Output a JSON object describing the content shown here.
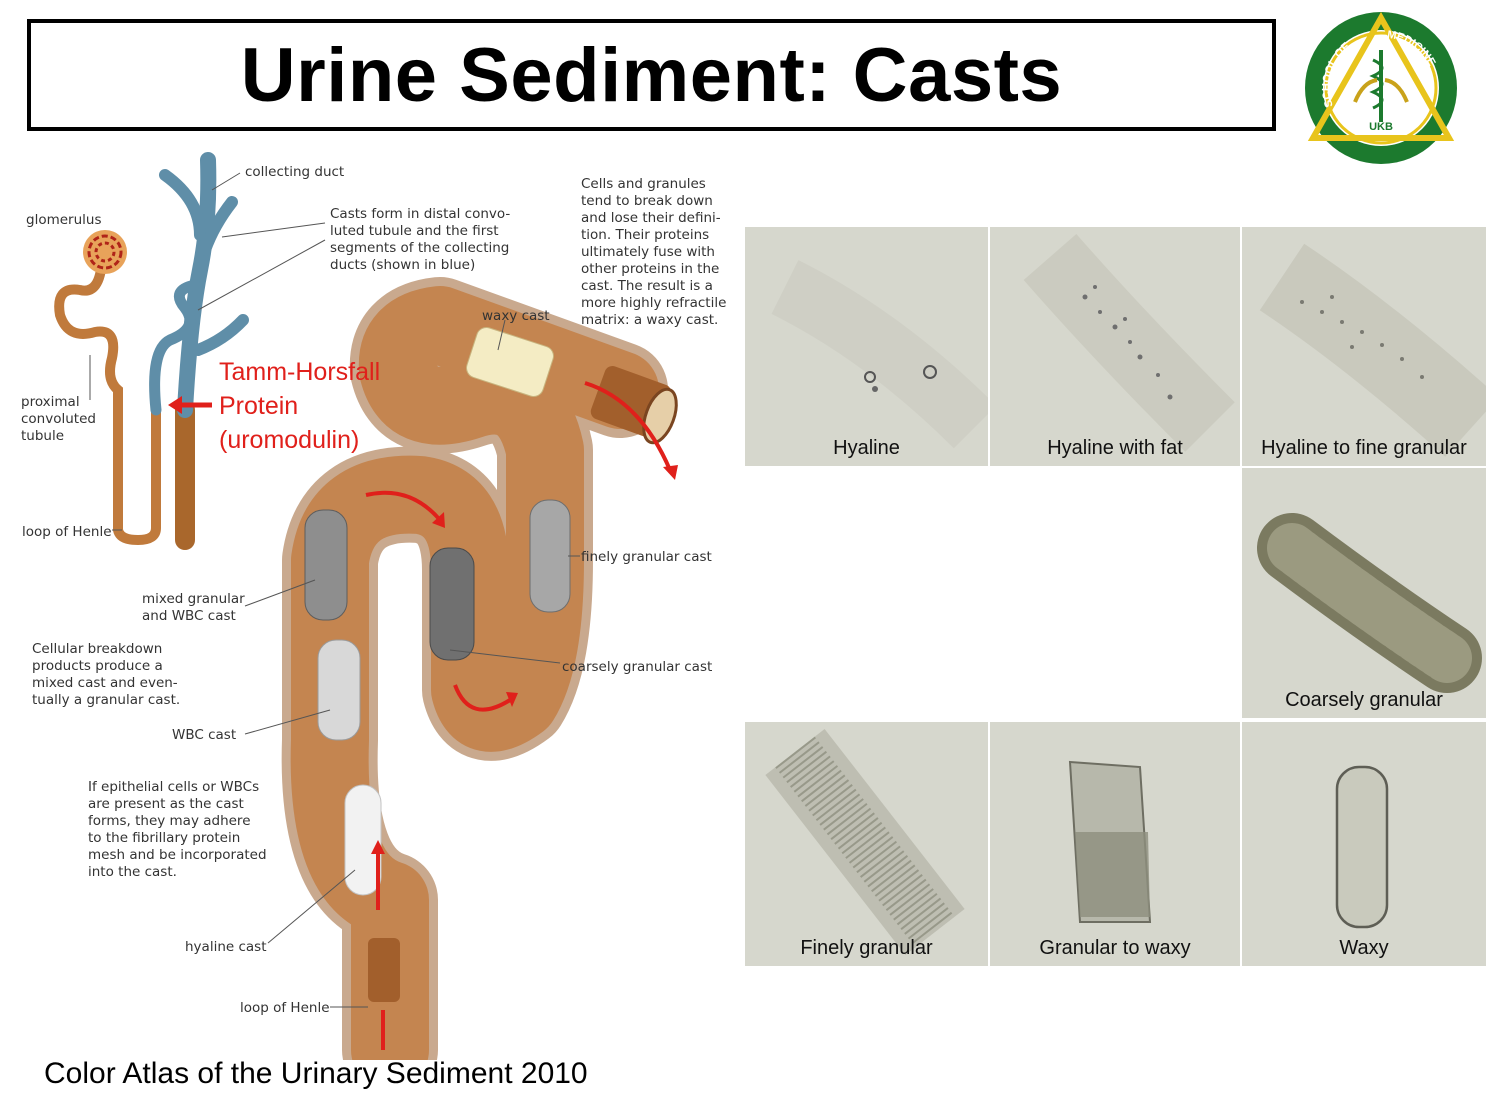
{
  "slide": {
    "title": "Urine Sediment: Casts",
    "citation": "Color Atlas of the Urinary Sediment 2010"
  },
  "logo": {
    "left_arc": "SCHOOL OF",
    "right_arc": "MEDICINE",
    "bottom": "UKB",
    "ring_color": "#1c7a2e",
    "accent_color": "#e8c41c"
  },
  "diagram": {
    "labels": {
      "collecting_duct": "collecting duct",
      "glomerulus": "glomerulus",
      "casts_form": [
        "Casts form in distal convo-",
        "luted tubule and the first",
        "segments of the collecting",
        "ducts (shown in blue)"
      ],
      "cells_granules": [
        "Cells and granules",
        "tend to break down",
        "and lose their defini-",
        "tion. Their proteins",
        "ultimately fuse with",
        "other proteins in the",
        "cast. The result is a",
        "more highly refractile",
        "matrix: a waxy cast."
      ],
      "waxy_cast": "waxy cast",
      "proximal": [
        "proximal",
        "convoluted",
        "tubule"
      ],
      "tamm_horsfall": [
        "Tamm-Horsfall",
        "Protein",
        "(uromodulin)"
      ],
      "loop_of_henle_top": "loop of Henle",
      "finely_granular_cast": "finely granular cast",
      "mixed_granular": [
        "mixed granular",
        "and WBC cast"
      ],
      "cellular_breakdown": [
        "Cellular breakdown",
        "products produce a",
        "mixed cast and even-",
        "tually a granular cast."
      ],
      "coarsely_granular_cast": "coarsely granular cast",
      "wbc_cast": "WBC cast",
      "epithelial": [
        "If epithelial cells or WBCs",
        "are present as the cast",
        "forms, they may adhere",
        "to the fibrillary protein",
        "mesh and be incorporated",
        "into the cast."
      ],
      "hyaline_cast": "hyaline cast",
      "loop_of_henle_bottom": "loop of Henle"
    },
    "colors": {
      "tubule": "#c07a3c",
      "duct": "#5f8ea8",
      "arrow": "#e0201b"
    }
  },
  "micrographs": [
    {
      "caption": "Hyaline",
      "kind": "hyaline"
    },
    {
      "caption": "Hyaline with fat",
      "kind": "hyaline-fat"
    },
    {
      "caption": "Hyaline to fine granular",
      "kind": "hyaline-fine"
    },
    {
      "caption": "Coarsely granular",
      "kind": "coarse"
    },
    {
      "caption": "Finely granular",
      "kind": "fine"
    },
    {
      "caption": "Granular to waxy",
      "kind": "gran-waxy"
    },
    {
      "caption": "Waxy",
      "kind": "waxy"
    }
  ]
}
